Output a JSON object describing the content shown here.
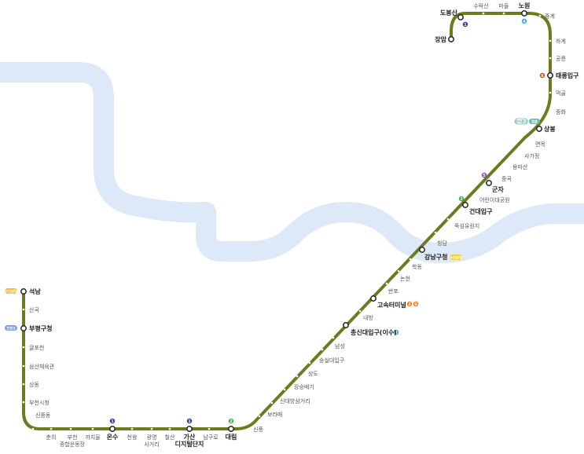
{
  "colors": {
    "line": "#6e7a1f",
    "river": "#dde9f9",
    "river_inner": "#ffffff",
    "line1": "#2a3c92",
    "line2": "#3ab34a",
    "line3": "#ef7b20",
    "line4": "#34a7df",
    "line5": "#8e46c4",
    "line6": "#b5531a",
    "suin": "#f5b942",
    "gyeongui": "#6db8a7",
    "gtx": "#e8d23a",
    "incheon": "#7f9fd6"
  },
  "stations": {
    "seongnam": "석남",
    "sangok": "산곡",
    "bupyeong_gu": "부평구청",
    "gulpocheon": "굴포천",
    "samsan": "삼산체육관",
    "sangdong": "상동",
    "bucheon_cityhall": "부천시청",
    "sinjung": "신중동",
    "chunui": "춘의",
    "bucheon_stadium_1": "부천",
    "bucheon_stadium_2": "종합운동장",
    "kkachiul": "까치울",
    "onsu": "온수",
    "cheonwang": "천왕",
    "gwangmyeong_1": "광명",
    "gwangmyeong_2": "사거리",
    "cheolsan": "철산",
    "gasan_1": "가산",
    "gasan_2": "디지털단지",
    "namguro": "남구로",
    "daerim": "대림",
    "sinpung": "신풍",
    "boramae": "보라매",
    "sindaebang": "신대방삼거리",
    "jangseungbaegi": "장승배기",
    "sangdo": "상도",
    "soongsil": "숭실대입구",
    "namseong": "남성",
    "isu": "총신대입구(이수)",
    "naebang": "내방",
    "express_terminal": "고속터미널",
    "banpo": "반포",
    "nonhyeon": "논현",
    "hakdong": "학동",
    "gangnam_gu": "강남구청",
    "cheongdam": "청담",
    "ttukseom": "뚝섬유원지",
    "konkuk": "건대입구",
    "childrens_park": "어린이대공원",
    "gunja": "군자",
    "junggok": "중곡",
    "yongmasan": "용마산",
    "sagajeong": "사가정",
    "myeonmok": "면목",
    "sangbong": "상봉",
    "junghwa": "중화",
    "meokgol": "먹골",
    "taereung": "태릉입구",
    "gongneung": "공릉",
    "hagye": "하계",
    "junggye": "중계",
    "nowon": "노원",
    "madeul": "마들",
    "suraksan": "수락산",
    "dobongsan": "도봉산",
    "jangam": "장암"
  },
  "badges": {
    "l1": "1",
    "l2": "2",
    "l3": "3",
    "l4": "4",
    "l5": "5",
    "l6": "6",
    "l9": "9",
    "suin": "수인분당",
    "incheon2": "인천2",
    "gyeongui": "경의중앙",
    "gyeongchun": "경춘",
    "gtx": "수인분당"
  }
}
